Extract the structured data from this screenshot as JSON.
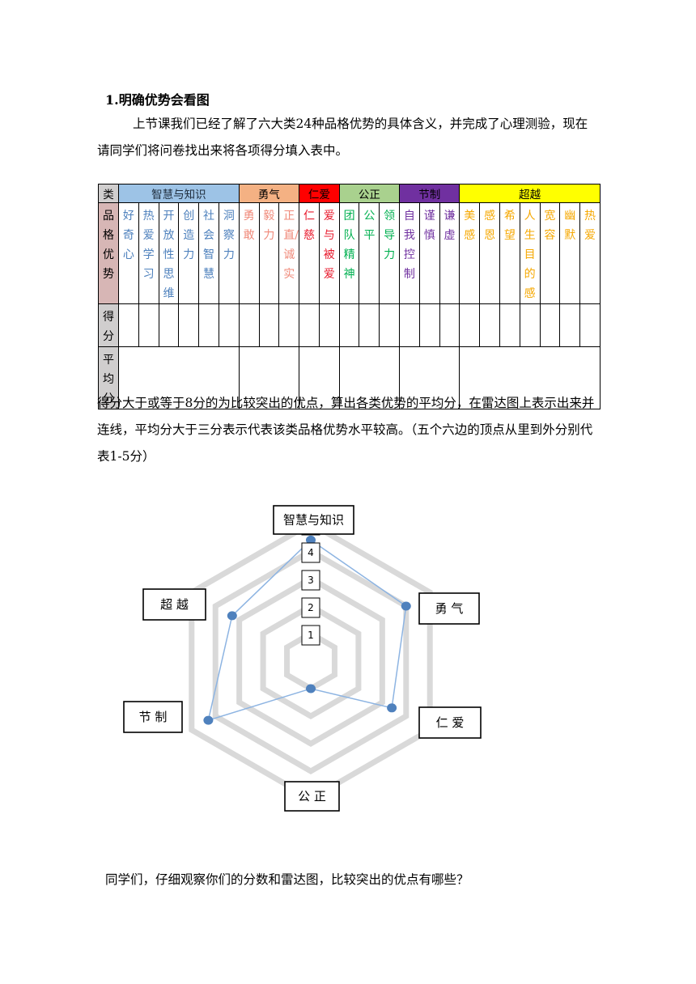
{
  "heading": "1.明确优势会看图",
  "intro": "上节课我们已经了解了六大类24种品格优势的具体含义，并完成了心理测验，现在请同学们将问卷找出来将各项得分填入表中。",
  "table": {
    "row_labels": {
      "category": "类",
      "strengths": "品格优势",
      "score": "得分",
      "average": "平均分"
    },
    "categories": [
      {
        "name": "智慧与知识",
        "color": "#9dc3e6",
        "strengths": [
          "好奇心",
          "热爱学习",
          "开放性思维",
          "创造力",
          "社会智慧",
          "洞察力"
        ]
      },
      {
        "name": "勇气",
        "color": "#f4b183",
        "strengths": [
          "勇敢",
          "毅力",
          "正直/诚实"
        ]
      },
      {
        "name": "仁爱",
        "color": "#ff0000",
        "strengths": [
          "仁慈",
          "爱与被爱"
        ]
      },
      {
        "name": "公正",
        "color": "#a9d18e",
        "strengths": [
          "团队精神",
          "公平",
          "领导力"
        ]
      },
      {
        "name": "节制",
        "color": "#7030a0",
        "strengths": [
          "自我控制",
          "谨慎",
          "谦虚"
        ]
      },
      {
        "name": "超越",
        "color": "#ffff00",
        "strengths": [
          "美感",
          "感恩",
          "希望",
          "人生目的感",
          "宽容",
          "幽默",
          "热爱"
        ]
      }
    ]
  },
  "explanation": "得分大于或等于8分的为比较突出的优点，算出各类优势的平均分，在雷达图上表示出来并连线，平均分大于三分表示代表该类品格优势水平较高。（五个六边的顶点从里到外分别代表1-5分）",
  "radar": {
    "axes": [
      "智慧与知识",
      "勇气",
      "仁爱",
      "公正",
      "节制",
      "超越"
    ],
    "axis_labels": [
      "智慧与知识",
      "勇 气",
      "仁 爱",
      "公 正",
      "节 制",
      "超 越"
    ],
    "levels": [
      "1",
      "2",
      "3",
      "4",
      "5"
    ],
    "values": [
      4.4,
      4.0,
      3.4,
      1.0,
      4.3,
      3.3
    ],
    "line_color": "#8db4e2",
    "point_color": "#4f81bd",
    "grid_color": "#d9d9d9"
  },
  "question": "同学们，仔细观察你们的分数和雷达图，比较突出的优点有哪些？"
}
